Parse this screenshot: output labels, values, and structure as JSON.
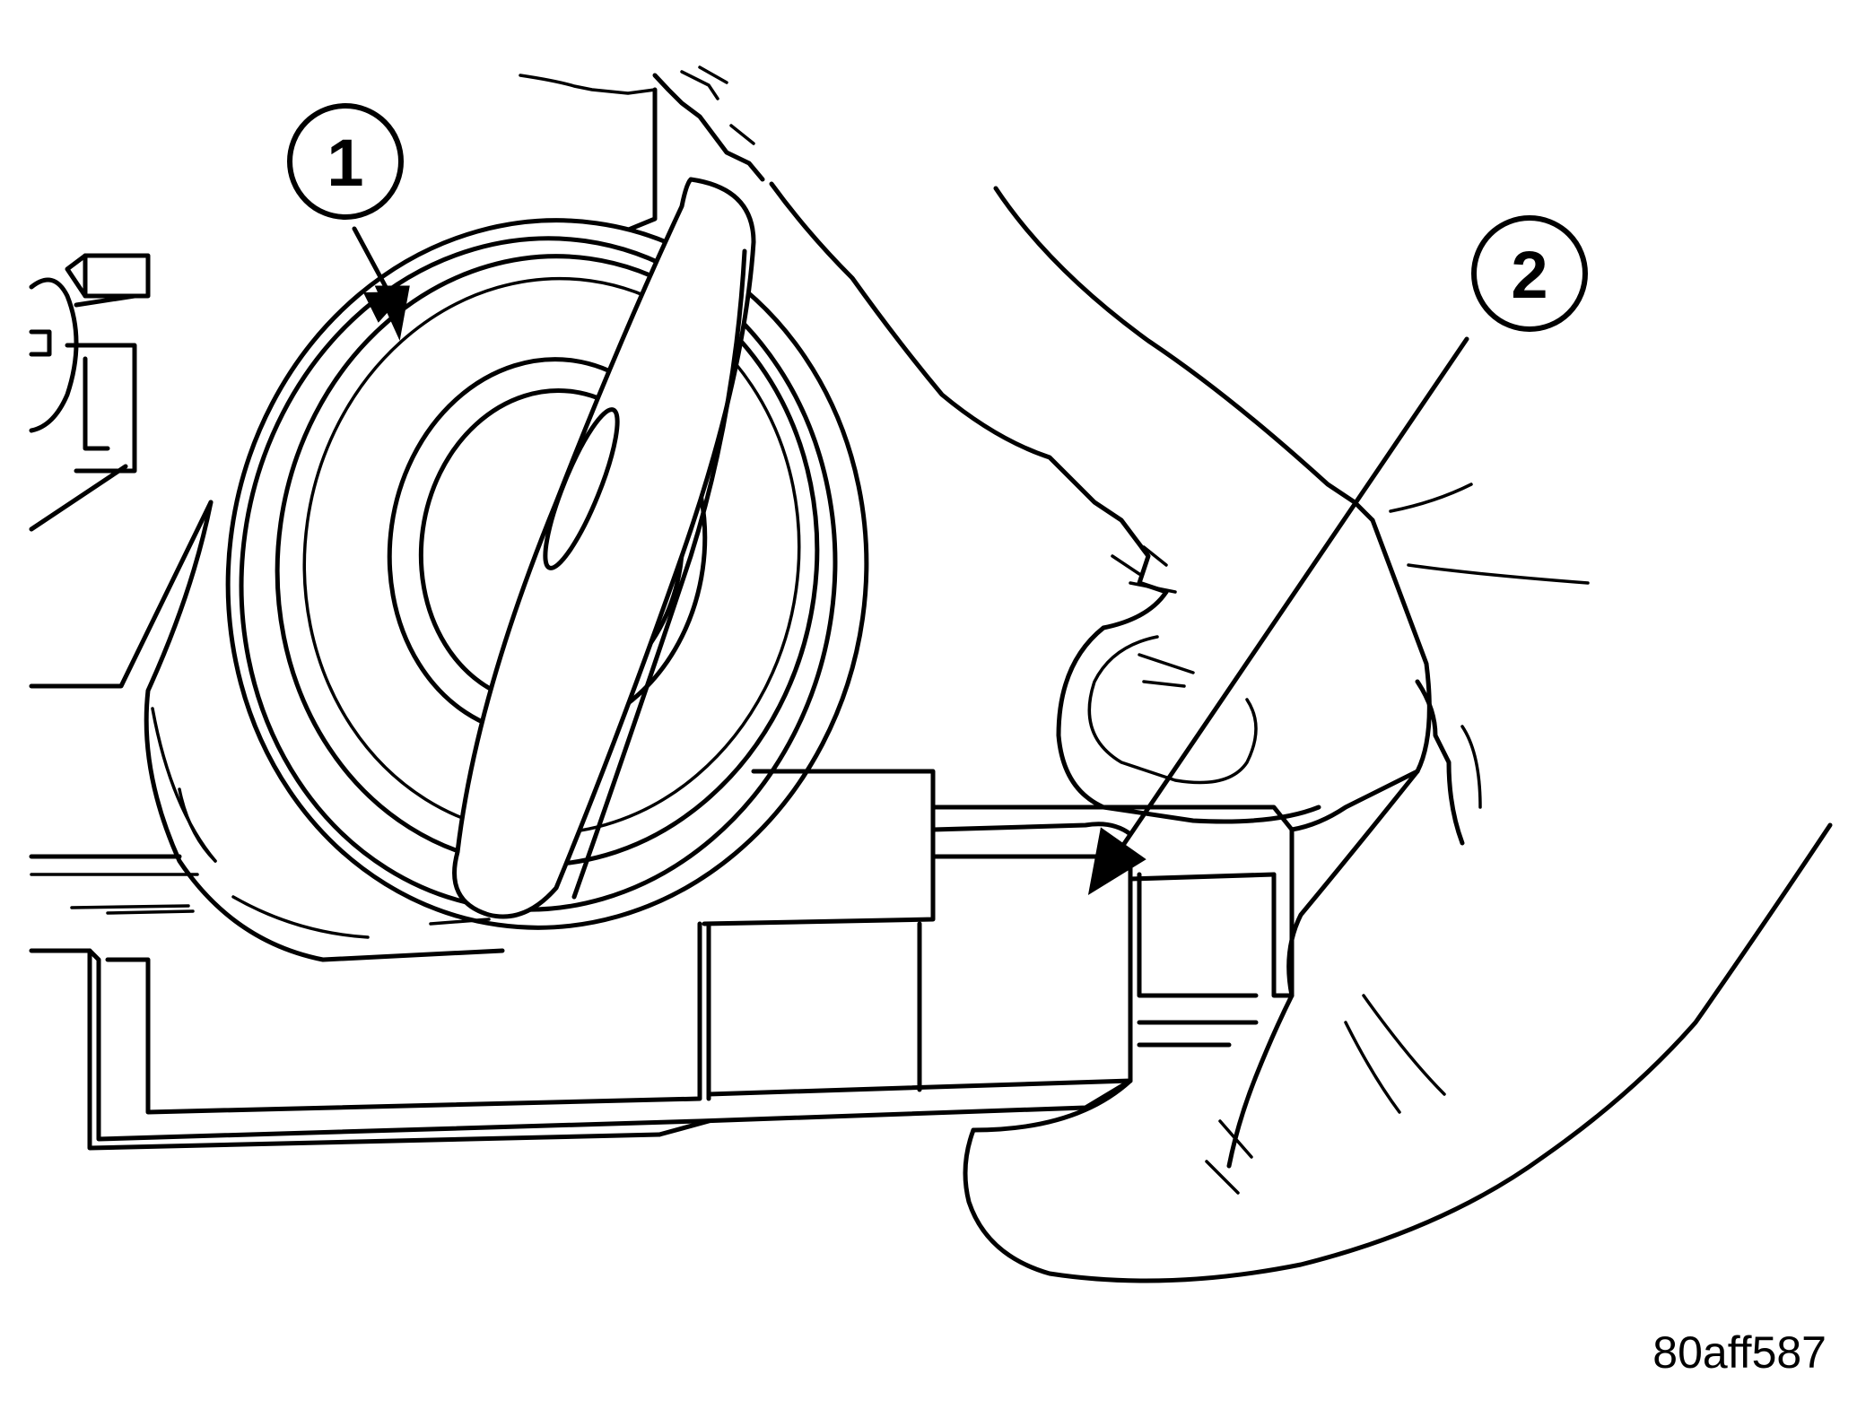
{
  "callouts": [
    {
      "id": "1",
      "label": "1"
    },
    {
      "id": "2",
      "label": "2"
    }
  ],
  "figure_code": "80aff587",
  "colors": {
    "line": "#000000",
    "background": "#ffffff"
  }
}
